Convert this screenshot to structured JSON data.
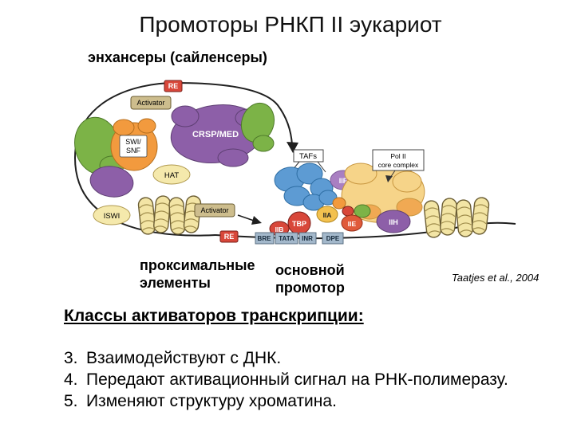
{
  "slide": {
    "title": "Промоторы РНКП II эукариот",
    "enhancers_label": "энхансеры (сайленсеры)",
    "proximal_label": "проксимальные\nэлементы",
    "core_promoter_label": "основной\nпромотор",
    "citation": "Taatjes et al., 2004",
    "classes_heading": "Классы активаторов транскрипции:",
    "class_items": [
      {
        "num": "3.",
        "text": "Взаимодействуют с ДНК."
      },
      {
        "num": "4.",
        "text": "Передают активационный сигнал на РНК-полимеразу."
      },
      {
        "num": "5.",
        "text": "Изменяют структуру хроматина."
      }
    ]
  },
  "diagram": {
    "re_label": "RE",
    "activator_label": "Activator",
    "crsp_med": "CRSP/MED",
    "swi_snf_line1": "SWI/",
    "swi_snf_line2": "SNF",
    "hat": "HAT",
    "iswi": "ISWI",
    "tafs": "TAFs",
    "pol2_line1": "Pol II",
    "pol2_line2": "core complex",
    "iif": "IIF",
    "tbp": "TBP",
    "iib": "IIB",
    "iia": "IIA",
    "iie": "IIE",
    "iih": "IIH",
    "elements": [
      "BRE",
      "TATA",
      "INR",
      "DPE"
    ],
    "palette": {
      "green": "#7cb347",
      "orange": "#f29a3e",
      "purple": "#8d5fa8",
      "lilac": "#a97fc2",
      "blue": "#5d9bd3",
      "red": "#d8473a",
      "nucleosome_yellow": "#f3e5a5",
      "pale_yellow": "#f5e9ac",
      "pol_yellow": "#f6d489",
      "peach": "#f0a953",
      "yellow_orange": "#f3c14f",
      "red_orange": "#e05a3a",
      "tan": "#cdbd8d",
      "element_box": "#a3b8cb"
    }
  }
}
